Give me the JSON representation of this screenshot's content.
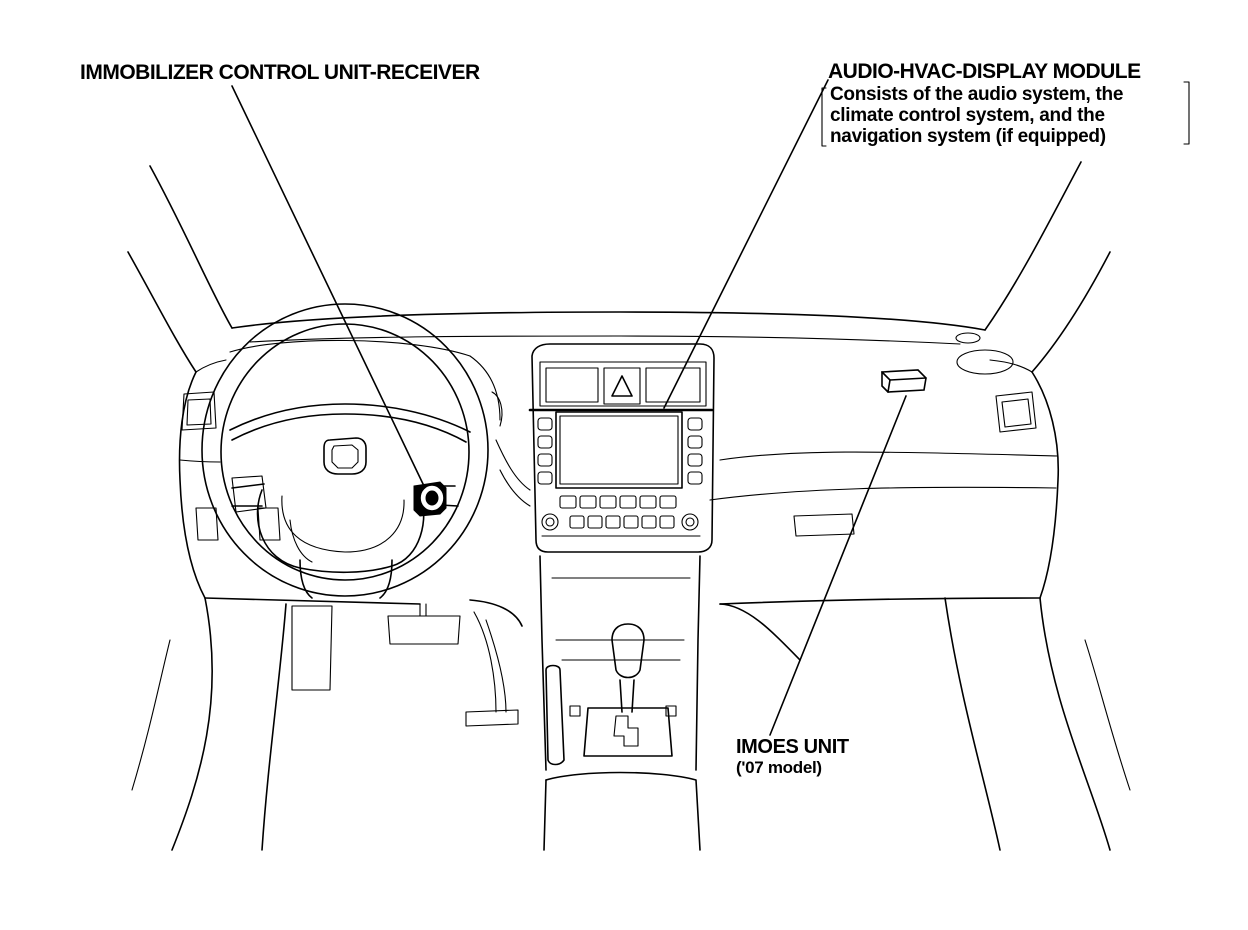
{
  "labels": {
    "immobilizer": "IMMOBILIZER CONTROL UNIT-RECEIVER",
    "audio_module_title": "AUDIO-HVAC-DISPLAY MODULE",
    "audio_module_desc": [
      "Consists of the audio system, the",
      "climate control system, and the",
      "navigation system (if equipped)"
    ],
    "imoes_unit": "IMOES UNIT",
    "imoes_note": "('07 model)"
  }
}
